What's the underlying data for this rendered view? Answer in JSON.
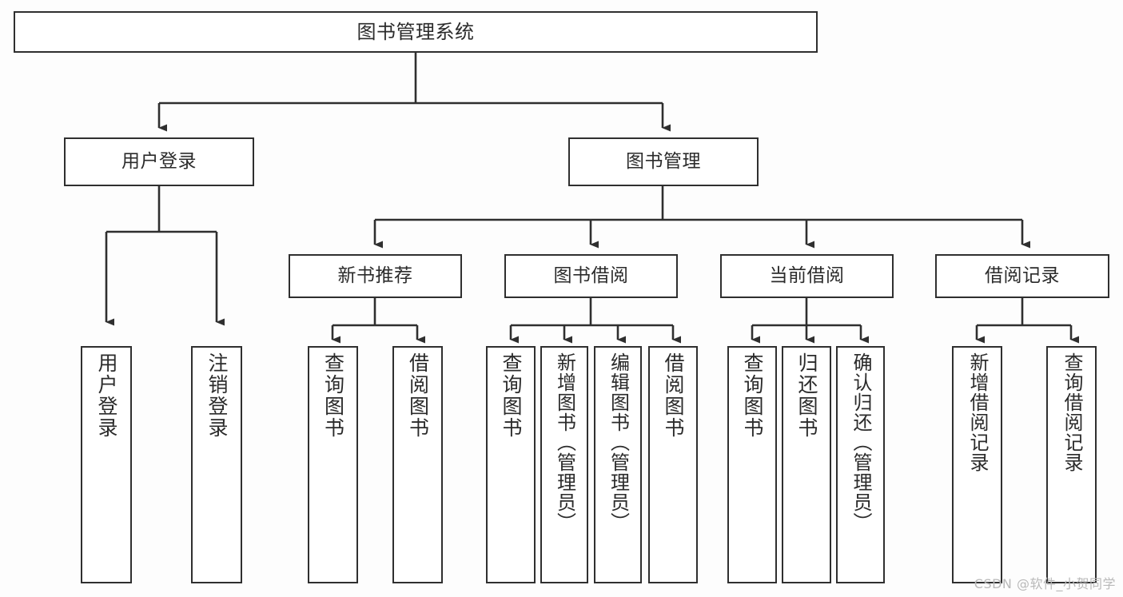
{
  "diagram": {
    "type": "tree",
    "title": "图书管理系统",
    "watermark": "CSDN @软件_小贺同学",
    "colors": {
      "background": "#fdfdfd",
      "box_fill": "#ffffff",
      "box_border": "#2f2f2f",
      "connector": "#2f2f2f",
      "text": "#2b2b2b",
      "watermark": "#b9b9b9"
    },
    "root": {
      "label": "图书管理系统"
    },
    "level2": [
      {
        "label": "用户登录"
      },
      {
        "label": "图书管理"
      }
    ],
    "level3": [
      {
        "label": "新书推荐"
      },
      {
        "label": "图书借阅"
      },
      {
        "label": "当前借阅"
      },
      {
        "label": "借阅记录"
      }
    ],
    "leaves": {
      "user_login": [
        {
          "label": "用户登录"
        },
        {
          "label": "注销登录"
        }
      ],
      "new_book": [
        {
          "label": "查询图书"
        },
        {
          "label": "借阅图书"
        }
      ],
      "book_borrow": [
        {
          "label": "查询图书"
        },
        {
          "label": "新增图书（管理员）"
        },
        {
          "label": "编辑图书（管理员）"
        },
        {
          "label": "借阅图书"
        }
      ],
      "current_borrow": [
        {
          "label": "查询图书"
        },
        {
          "label": "归还图书"
        },
        {
          "label": "确认归还（管理员）"
        }
      ],
      "borrow_record": [
        {
          "label": "新增借阅记录"
        },
        {
          "label": "查询借阅记录"
        }
      ]
    }
  }
}
